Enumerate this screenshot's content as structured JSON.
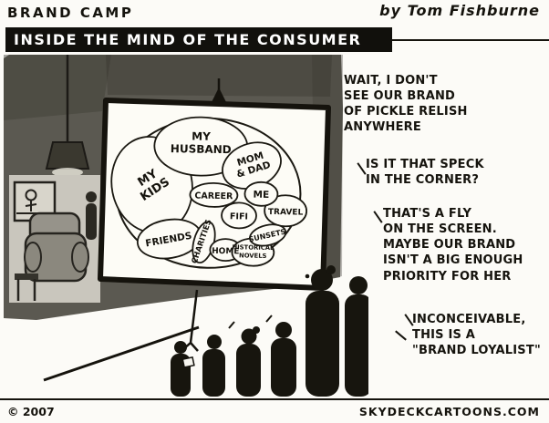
{
  "header": {
    "series_title": "BRAND CAMP",
    "byline": "by Tom Fishburne",
    "cartoon_title": "INSIDE THE MIND OF THE CONSUMER"
  },
  "mind_map": {
    "regions": [
      {
        "name": "my-kids",
        "lines": [
          "MY",
          "KIDS"
        ]
      },
      {
        "name": "my-husband",
        "lines": [
          "MY",
          "HUSBAND"
        ]
      },
      {
        "name": "mom-and-dad",
        "lines": [
          "MOM",
          "& DAD"
        ]
      },
      {
        "name": "me",
        "lines": [
          "ME"
        ]
      },
      {
        "name": "career",
        "lines": [
          "CAREER"
        ]
      },
      {
        "name": "fifi",
        "lines": [
          "FIFI"
        ]
      },
      {
        "name": "travel",
        "lines": [
          "TRAVEL"
        ]
      },
      {
        "name": "friends",
        "lines": [
          "FRIENDS"
        ]
      },
      {
        "name": "charities",
        "lines": [
          "CHARITIES"
        ]
      },
      {
        "name": "home",
        "lines": [
          "HOME"
        ]
      },
      {
        "name": "historical-novels",
        "lines": [
          "HISTORICAL",
          "NOVELS"
        ]
      },
      {
        "name": "sunsets",
        "lines": [
          "SUNSETS"
        ]
      }
    ]
  },
  "dialogue": [
    {
      "text": "WAIT, I DON'T\nSEE OUR BRAND\nOF PICKLE RELISH\nANYWHERE"
    },
    {
      "text": "IS IT THAT SPECK\nIN THE CORNER?"
    },
    {
      "text": "THAT'S A FLY\nON THE SCREEN.\nMAYBE OUR BRAND\nISN'T A BIG ENOUGH\nPRIORITY FOR HER"
    },
    {
      "text": "INCONCEIVABLE,\nTHIS IS A\n\"BRAND LOYALIST\""
    }
  ],
  "footer": {
    "copyright": "© 2007",
    "website": "SKYDECKCARTOONS.COM"
  },
  "colors": {
    "ink": "#15130d",
    "paper": "#fcfbf7",
    "banner_bg": "#11100c",
    "banner_text": "#ffffff",
    "room_wash": "#5b5951",
    "screen_fill": "#fdfcf6",
    "vignette": "#c9c6bd"
  }
}
